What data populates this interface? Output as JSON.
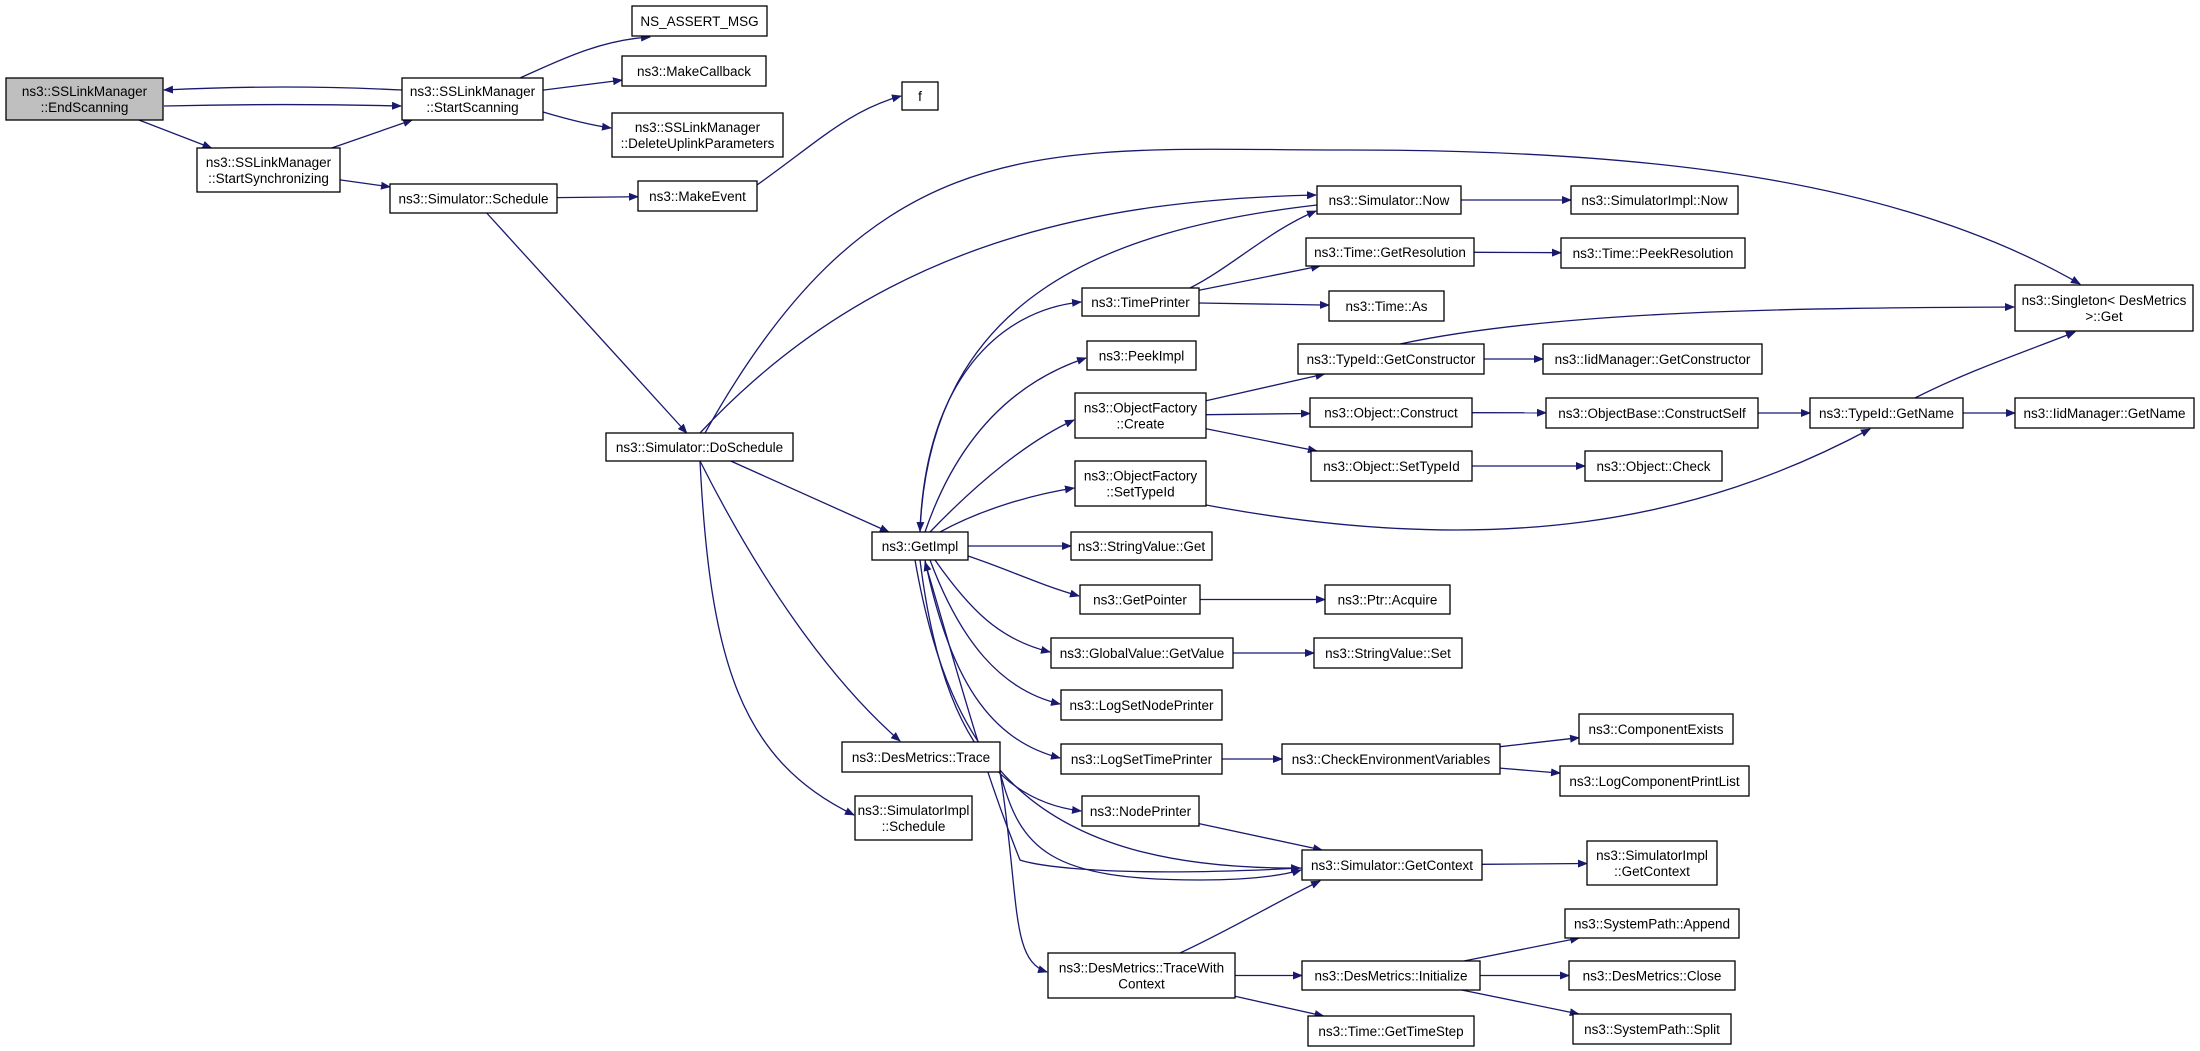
{
  "colors": {
    "edge": "#191970",
    "node_border": "#000000",
    "node_border_incomplete": "#ff0000",
    "node_fill": "#ffffff",
    "root_fill": "#bfbfbf"
  },
  "nodes": [
    {
      "id": "end_scanning",
      "lines": [
        "ns3::SSLinkManager",
        "::EndScanning"
      ],
      "style": "root"
    },
    {
      "id": "start_scanning",
      "lines": [
        "ns3::SSLinkManager",
        "::StartScanning"
      ],
      "style": "normal"
    },
    {
      "id": "start_sync",
      "lines": [
        "ns3::SSLinkManager",
        "::StartSynchronizing"
      ],
      "style": "normal"
    },
    {
      "id": "ns_assert_msg",
      "lines": [
        "NS_ASSERT_MSG"
      ],
      "style": "normal"
    },
    {
      "id": "make_callback",
      "lines": [
        "ns3::MakeCallback"
      ],
      "style": "normal"
    },
    {
      "id": "delete_uplink",
      "lines": [
        "ns3::SSLinkManager",
        "::DeleteUplinkParameters"
      ],
      "style": "normal"
    },
    {
      "id": "f",
      "lines": [
        "f"
      ],
      "style": "normal"
    },
    {
      "id": "sim_schedule",
      "lines": [
        "ns3::Simulator::Schedule"
      ],
      "style": "normal"
    },
    {
      "id": "make_event",
      "lines": [
        "ns3::MakeEvent"
      ],
      "style": "normal"
    },
    {
      "id": "sim_do_schedule",
      "lines": [
        "ns3::Simulator::DoSchedule"
      ],
      "style": "normal"
    },
    {
      "id": "get_impl",
      "lines": [
        "ns3::GetImpl"
      ],
      "style": "normal"
    },
    {
      "id": "des_trace",
      "lines": [
        "ns3::DesMetrics::Trace"
      ],
      "style": "normal"
    },
    {
      "id": "simimpl_schedule",
      "lines": [
        "ns3::SimulatorImpl",
        "::Schedule"
      ],
      "style": "normal"
    },
    {
      "id": "sim_now",
      "lines": [
        "ns3::Simulator::Now"
      ],
      "style": "normal"
    },
    {
      "id": "simimpl_now",
      "lines": [
        "ns3::SimulatorImpl::Now"
      ],
      "style": "normal"
    },
    {
      "id": "time_printer",
      "lines": [
        "ns3::TimePrinter"
      ],
      "style": "normal"
    },
    {
      "id": "time_get_res",
      "lines": [
        "ns3::Time::GetResolution"
      ],
      "style": "normal"
    },
    {
      "id": "time_peek_res",
      "lines": [
        "ns3::Time::PeekResolution"
      ],
      "style": "incomplete"
    },
    {
      "id": "time_as",
      "lines": [
        "ns3::Time::As"
      ],
      "style": "normal"
    },
    {
      "id": "singleton_get",
      "lines": [
        "ns3::Singleton< DesMetrics",
        " >::Get"
      ],
      "style": "normal"
    },
    {
      "id": "peek_impl",
      "lines": [
        "ns3::PeekImpl"
      ],
      "style": "normal"
    },
    {
      "id": "typeid_get_ctor",
      "lines": [
        "ns3::TypeId::GetConstructor"
      ],
      "style": "normal"
    },
    {
      "id": "iid_get_ctor",
      "lines": [
        "ns3::IidManager::GetConstructor"
      ],
      "style": "incomplete"
    },
    {
      "id": "objfactory_create",
      "lines": [
        "ns3::ObjectFactory",
        "::Create"
      ],
      "style": "normal"
    },
    {
      "id": "object_construct",
      "lines": [
        "ns3::Object::Construct"
      ],
      "style": "normal"
    },
    {
      "id": "objbase_construct_self",
      "lines": [
        "ns3::ObjectBase::ConstructSelf"
      ],
      "style": "incomplete"
    },
    {
      "id": "typeid_get_name",
      "lines": [
        "ns3::TypeId::GetName"
      ],
      "style": "normal"
    },
    {
      "id": "iid_get_name",
      "lines": [
        "ns3::IidManager::GetName"
      ],
      "style": "incomplete"
    },
    {
      "id": "object_set_typeid",
      "lines": [
        "ns3::Object::SetTypeId"
      ],
      "style": "normal"
    },
    {
      "id": "object_check",
      "lines": [
        "ns3::Object::Check"
      ],
      "style": "incomplete"
    },
    {
      "id": "objfactory_set_typeid",
      "lines": [
        "ns3::ObjectFactory",
        "::SetTypeId"
      ],
      "style": "normal"
    },
    {
      "id": "stringvalue_get",
      "lines": [
        "ns3::StringValue::Get"
      ],
      "style": "normal"
    },
    {
      "id": "get_pointer",
      "lines": [
        "ns3::GetPointer"
      ],
      "style": "normal"
    },
    {
      "id": "ptr_acquire",
      "lines": [
        "ns3::Ptr::Acquire"
      ],
      "style": "normal"
    },
    {
      "id": "globalvalue_get",
      "lines": [
        "ns3::GlobalValue::GetValue"
      ],
      "style": "normal"
    },
    {
      "id": "stringvalue_set",
      "lines": [
        "ns3::StringValue::Set"
      ],
      "style": "normal"
    },
    {
      "id": "log_set_node_printer",
      "lines": [
        "ns3::LogSetNodePrinter"
      ],
      "style": "normal"
    },
    {
      "id": "log_set_time_printer",
      "lines": [
        "ns3::LogSetTimePrinter"
      ],
      "style": "normal"
    },
    {
      "id": "check_env",
      "lines": [
        "ns3::CheckEnvironmentVariables"
      ],
      "style": "normal"
    },
    {
      "id": "component_exists",
      "lines": [
        "ns3::ComponentExists"
      ],
      "style": "incomplete"
    },
    {
      "id": "log_component_print_list",
      "lines": [
        "ns3::LogComponentPrintList"
      ],
      "style": "incomplete"
    },
    {
      "id": "node_printer",
      "lines": [
        "ns3::NodePrinter"
      ],
      "style": "normal"
    },
    {
      "id": "sim_get_context",
      "lines": [
        "ns3::Simulator::GetContext"
      ],
      "style": "normal"
    },
    {
      "id": "simimpl_get_context",
      "lines": [
        "ns3::SimulatorImpl",
        "::GetContext"
      ],
      "style": "normal"
    },
    {
      "id": "des_trace_with_ctx",
      "lines": [
        "ns3::DesMetrics::TraceWith",
        "Context"
      ],
      "style": "normal"
    },
    {
      "id": "des_initialize",
      "lines": [
        "ns3::DesMetrics::Initialize"
      ],
      "style": "normal"
    },
    {
      "id": "syspath_append",
      "lines": [
        "ns3::SystemPath::Append"
      ],
      "style": "normal"
    },
    {
      "id": "des_close",
      "lines": [
        "ns3::DesMetrics::Close"
      ],
      "style": "normal"
    },
    {
      "id": "syspath_split",
      "lines": [
        "ns3::SystemPath::Split"
      ],
      "style": "normal"
    },
    {
      "id": "time_get_timestep",
      "lines": [
        "ns3::Time::GetTimeStep"
      ],
      "style": "normal"
    }
  ],
  "edges": [
    [
      "end_scanning",
      "start_scanning"
    ],
    [
      "start_scanning",
      "end_scanning"
    ],
    [
      "end_scanning",
      "start_sync"
    ],
    [
      "start_sync",
      "start_scanning"
    ],
    [
      "start_scanning",
      "ns_assert_msg"
    ],
    [
      "start_scanning",
      "make_callback"
    ],
    [
      "start_scanning",
      "delete_uplink"
    ],
    [
      "start_sync",
      "sim_schedule"
    ],
    [
      "sim_schedule",
      "make_event"
    ],
    [
      "make_event",
      "f"
    ],
    [
      "sim_schedule",
      "sim_do_schedule"
    ],
    [
      "sim_do_schedule",
      "sim_now"
    ],
    [
      "sim_do_schedule",
      "singleton_get"
    ],
    [
      "sim_do_schedule",
      "get_impl"
    ],
    [
      "sim_do_schedule",
      "des_trace"
    ],
    [
      "sim_do_schedule",
      "simimpl_schedule"
    ],
    [
      "sim_now",
      "simimpl_now"
    ],
    [
      "sim_now",
      "get_impl"
    ],
    [
      "get_impl",
      "time_printer"
    ],
    [
      "get_impl",
      "peek_impl"
    ],
    [
      "get_impl",
      "objfactory_create"
    ],
    [
      "get_impl",
      "objfactory_set_typeid"
    ],
    [
      "get_impl",
      "stringvalue_get"
    ],
    [
      "get_impl",
      "get_pointer"
    ],
    [
      "get_impl",
      "globalvalue_get"
    ],
    [
      "get_impl",
      "log_set_node_printer"
    ],
    [
      "get_impl",
      "log_set_time_printer"
    ],
    [
      "get_impl",
      "node_printer"
    ],
    [
      "get_impl",
      "sim_get_context"
    ],
    [
      "time_printer",
      "sim_now"
    ],
    [
      "time_printer",
      "time_get_res"
    ],
    [
      "time_printer",
      "time_as"
    ],
    [
      "time_get_res",
      "time_peek_res"
    ],
    [
      "objfactory_create",
      "typeid_get_ctor"
    ],
    [
      "objfactory_create",
      "object_construct"
    ],
    [
      "objfactory_create",
      "object_set_typeid"
    ],
    [
      "typeid_get_ctor",
      "iid_get_ctor"
    ],
    [
      "typeid_get_ctor",
      "singleton_get"
    ],
    [
      "object_construct",
      "objbase_construct_self"
    ],
    [
      "objbase_construct_self",
      "typeid_get_name"
    ],
    [
      "typeid_get_name",
      "iid_get_name"
    ],
    [
      "typeid_get_name",
      "singleton_get"
    ],
    [
      "object_set_typeid",
      "object_check"
    ],
    [
      "objfactory_set_typeid",
      "typeid_get_name"
    ],
    [
      "get_pointer",
      "ptr_acquire"
    ],
    [
      "globalvalue_get",
      "stringvalue_set"
    ],
    [
      "log_set_time_printer",
      "check_env"
    ],
    [
      "check_env",
      "component_exists"
    ],
    [
      "check_env",
      "log_component_print_list"
    ],
    [
      "node_printer",
      "sim_get_context"
    ],
    [
      "sim_get_context",
      "simimpl_get_context"
    ],
    [
      "sim_get_context",
      "get_impl"
    ],
    [
      "des_trace",
      "sim_get_context"
    ],
    [
      "des_trace",
      "des_trace_with_ctx"
    ],
    [
      "des_trace_with_ctx",
      "sim_get_context"
    ],
    [
      "des_trace_with_ctx",
      "des_initialize"
    ],
    [
      "des_trace_with_ctx",
      "time_get_timestep"
    ],
    [
      "des_initialize",
      "syspath_append"
    ],
    [
      "des_initialize",
      "des_close"
    ],
    [
      "des_initialize",
      "syspath_split"
    ]
  ]
}
